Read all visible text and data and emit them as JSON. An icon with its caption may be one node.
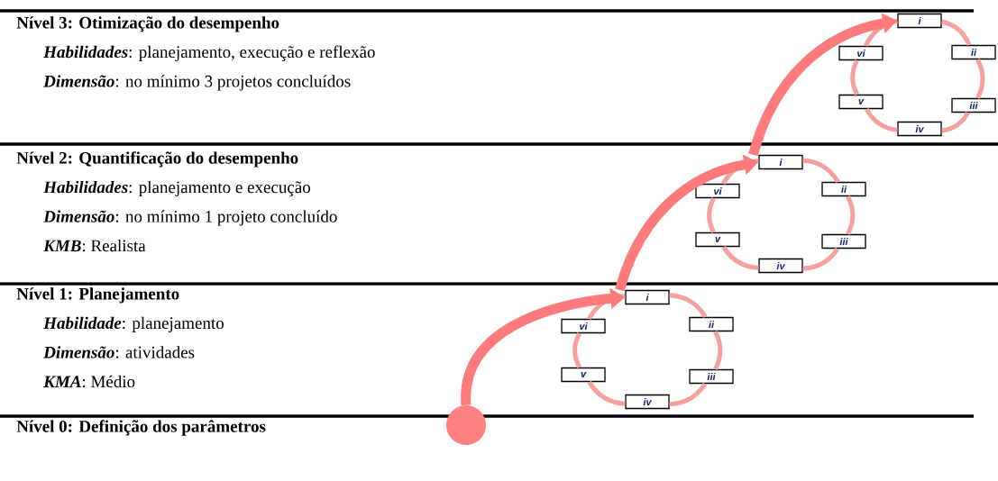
{
  "diagram": {
    "nodes": [
      {
        "text": [
          "Nível 3: Otimização do desempenho",
          "*Habilidades*: planejamento, execução e reflexão",
          "*Dimensão*: no mínimo 3 projetos concluídos"
        ]
      },
      {
        "text": [
          "i"
        ]
      },
      {
        "text": [
          "ii"
        ]
      },
      {
        "text": [
          "iii"
        ]
      },
      {
        "text": [
          "iv"
        ]
      },
      {
        "text": [
          "v"
        ]
      },
      {
        "text": [
          "vi"
        ]
      },
      {
        "text": [
          "Nível 2: Quantificação do desempenho",
          "*Habilidades*: planejamento e execução",
          "*Dimensão*: no mínimo 1 projeto concluído",
          "*KMB*: Realista"
        ]
      },
      {
        "text": [
          "i"
        ]
      },
      {
        "text": [
          "ii"
        ]
      },
      {
        "text": [
          "iii"
        ]
      },
      {
        "text": [
          "iv"
        ]
      },
      {
        "text": [
          "v"
        ]
      },
      {
        "text": [
          "vi"
        ]
      },
      {
        "text": [
          "Nível 1: Planejamento",
          "*Habilidade*: planejamento",
          "*Dimensão*: atividades",
          "*KMA*: Médio"
        ]
      },
      {
        "text": [
          "i"
        ]
      },
      {
        "text": [
          "ii"
        ]
      },
      {
        "text": [
          "iii"
        ]
      },
      {
        "text": [
          "iv"
        ]
      },
      {
        "text": [
          "v"
        ]
      },
      {
        "text": [
          "vi"
        ]
      },
      {
        "text": [
          "Nível 0: Definição dos parâmetros"
        ]
      },
      {
        "text": [],
        "shape": "circle"
      }
    ],
    "edges": [
      {
        "from": 1,
        "to": 2,
        "arrow": "none"
      },
      {
        "from": 2,
        "to": 3,
        "arrow": "none"
      },
      {
        "from": 3,
        "to": 4,
        "arrow": "none"
      },
      {
        "from": 4,
        "to": 5,
        "arrow": "none"
      },
      {
        "from": 5,
        "to": 6,
        "arrow": "none"
      },
      {
        "from": 6,
        "to": 1,
        "arrow": "none"
      },
      {
        "from": 8,
        "to": 9,
        "arrow": "none"
      },
      {
        "from": 9,
        "to": 10,
        "arrow": "none"
      },
      {
        "from": 10,
        "to": 11,
        "arrow": "none"
      },
      {
        "from": 11,
        "to": 12,
        "arrow": "none"
      },
      {
        "from": 12,
        "to": 13,
        "arrow": "none"
      },
      {
        "from": 13,
        "to": 8,
        "arrow": "none"
      },
      {
        "from": 15,
        "to": 16,
        "arrow": "none"
      },
      {
        "from": 16,
        "to": 17,
        "arrow": "none"
      },
      {
        "from": 17,
        "to": 18,
        "arrow": "none"
      },
      {
        "from": 18,
        "to": 19,
        "arrow": "none"
      },
      {
        "from": 19,
        "to": 20,
        "arrow": "none"
      },
      {
        "from": 20,
        "to": 15,
        "arrow": "none"
      },
      {
        "from": 22,
        "to": 15,
        "arrow": "to",
        "style": "thick",
        "color": "#ff7b7b"
      },
      {
        "from": 15,
        "to": 8,
        "arrow": "to",
        "style": "thick",
        "color": "#ff7b7b"
      },
      {
        "from": 8,
        "to": 1,
        "arrow": "to",
        "style": "thick",
        "color": "#ff7b7b"
      }
    ]
  }
}
